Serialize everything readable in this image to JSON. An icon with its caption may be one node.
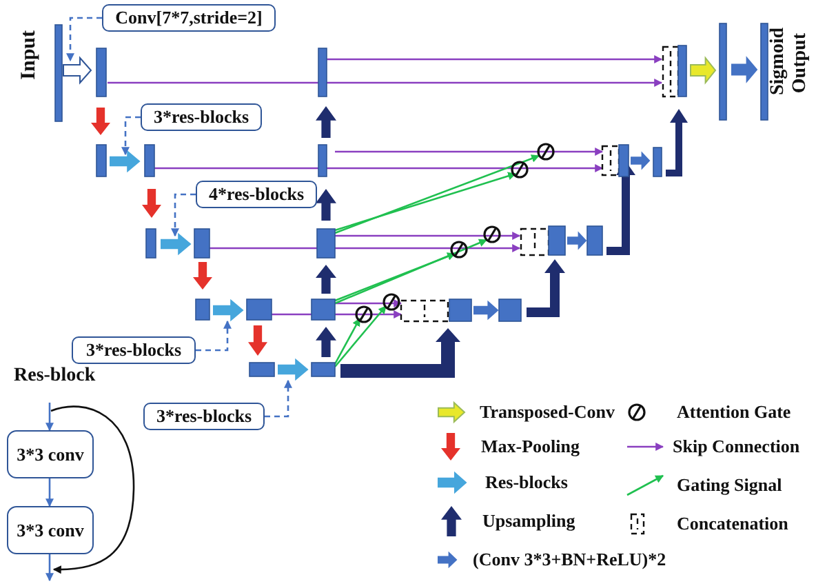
{
  "diagram": {
    "nodes": [
      {
        "text": [
          "Conv[7*7,stride=2]"
        ]
      },
      {
        "text": [
          "3*res-blocks"
        ]
      },
      {
        "text": [
          "4*res-blocks"
        ]
      },
      {
        "text": [
          "3*res-blocks"
        ]
      },
      {
        "text": [
          "3*res-blocks"
        ]
      },
      {
        "text": [
          "3*3 conv"
        ]
      },
      {
        "text": [
          "3*3 conv"
        ]
      }
    ],
    "edges": [
      {
        "from": 0,
        "to": null,
        "arrow": "to",
        "style": "dashed"
      },
      {
        "from": 1,
        "to": null,
        "arrow": "to",
        "style": "dashed"
      },
      {
        "from": 2,
        "to": null,
        "arrow": "to",
        "style": "dashed"
      },
      {
        "from": 3,
        "to": null,
        "arrow": "to",
        "style": "dashed"
      },
      {
        "from": 4,
        "to": null,
        "arrow": "to",
        "style": "dashed"
      },
      {
        "from": null,
        "to": 5,
        "arrow": "to"
      },
      {
        "from": 5,
        "to": 6,
        "arrow": "to"
      },
      {
        "from": 6,
        "to": null,
        "arrow": "to"
      }
    ],
    "labels": [
      "Input",
      "Sigmoid",
      "Output",
      "Res-block"
    ],
    "legend": [
      {
        "text": "Transposed-Conv"
      },
      {
        "text": "Attention Gate"
      },
      {
        "text": "Max-Pooling"
      },
      {
        "text": "Skip Connection"
      },
      {
        "text": "Res-blocks"
      },
      {
        "text": "Gating Signal"
      },
      {
        "text": "Upsampling"
      },
      {
        "text": "Concatenation"
      },
      {
        "text": "(Conv 3*3+BN+ReLU)*2"
      }
    ]
  }
}
